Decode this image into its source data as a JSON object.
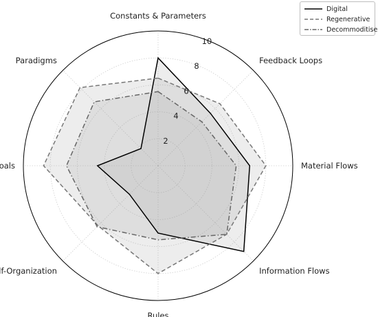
{
  "chart_data": {
    "type": "radar",
    "title": "",
    "categories": [
      "Constants & Parameters",
      "Feedback Loops",
      "Material Flows",
      "Information Flows",
      "Rules",
      "Self-Organization",
      "Goals",
      "Paradigms"
    ],
    "radial_ticks": [
      "2",
      "4",
      "6",
      "8",
      "10"
    ],
    "rlim": [
      0,
      10
    ],
    "grid": true,
    "legend_position": "top-right",
    "series": [
      {
        "name": "Digital",
        "values": [
          8,
          5.5,
          6.8,
          9,
          5,
          3,
          4.5,
          1.8
        ],
        "color": "#000000",
        "line_style": "solid"
      },
      {
        "name": "Regenerative",
        "values": [
          6.5,
          6.5,
          8,
          7.2,
          8,
          6.3,
          8.5,
          8.2
        ],
        "color": "#777777",
        "line_style": "dashed"
      },
      {
        "name": "Decommoditised",
        "values": [
          5.5,
          4.6,
          5.8,
          7.2,
          5.5,
          6.4,
          6.8,
          6.7
        ],
        "color": "#666666",
        "line_style": "dashdot"
      }
    ]
  }
}
